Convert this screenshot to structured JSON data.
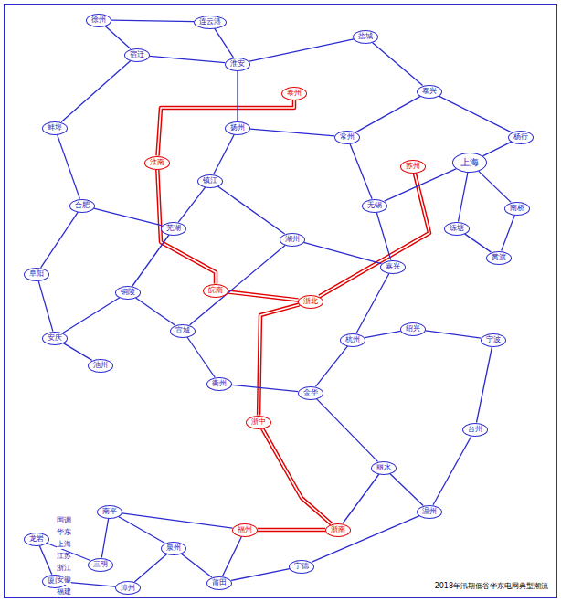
{
  "diagram": {
    "caption": "2018年汛期低谷华东电网典型潮流",
    "nodes": [
      {
        "text": [
          "淮南"
        ]
      },
      {
        "text": [
          "泰州"
        ]
      },
      {
        "text": [
          "苏州"
        ]
      },
      {
        "text": [
          "皖南"
        ]
      },
      {
        "text": [
          "浙北"
        ]
      },
      {
        "text": [
          "浙中"
        ]
      },
      {
        "text": [
          "浙南"
        ]
      },
      {
        "text": [
          "福州"
        ]
      },
      {
        "text": [
          "徐州"
        ]
      },
      {
        "text": [
          "连云港"
        ]
      },
      {
        "text": [
          "宿迁"
        ]
      },
      {
        "text": [
          "淮安"
        ]
      },
      {
        "text": [
          "盐城"
        ]
      },
      {
        "text": [
          "扬州"
        ]
      },
      {
        "text": [
          "镇江"
        ]
      },
      {
        "text": [
          "常州"
        ]
      },
      {
        "text": [
          "无锡"
        ]
      },
      {
        "text": [
          "泰兴"
        ]
      },
      {
        "text": [
          "上海"
        ]
      },
      {
        "text": [
          "练塘"
        ]
      },
      {
        "text": [
          "南桥"
        ]
      },
      {
        "text": [
          "杨行"
        ]
      },
      {
        "text": [
          "黄渡"
        ]
      },
      {
        "text": [
          "合肥"
        ]
      },
      {
        "text": [
          "蚌埠"
        ]
      },
      {
        "text": [
          "阜阳"
        ]
      },
      {
        "text": [
          "安庆"
        ]
      },
      {
        "text": [
          "芜湖"
        ]
      },
      {
        "text": [
          "铜陵"
        ]
      },
      {
        "text": [
          "宣城"
        ]
      },
      {
        "text": [
          "池州"
        ]
      },
      {
        "text": [
          "湖州"
        ]
      },
      {
        "text": [
          "嘉兴"
        ]
      },
      {
        "text": [
          "杭州"
        ]
      },
      {
        "text": [
          "绍兴"
        ]
      },
      {
        "text": [
          "宁波"
        ]
      },
      {
        "text": [
          "金华"
        ]
      },
      {
        "text": [
          "衢州"
        ]
      },
      {
        "text": [
          "台州"
        ]
      },
      {
        "text": [
          "温州"
        ]
      },
      {
        "text": [
          "丽水"
        ]
      },
      {
        "text": [
          "南平"
        ]
      },
      {
        "text": [
          "三明"
        ]
      },
      {
        "text": [
          "宁德"
        ]
      },
      {
        "text": [
          "莆田"
        ]
      },
      {
        "text": [
          "泉州"
        ]
      },
      {
        "text": [
          "厦门"
        ]
      },
      {
        "text": [
          "龙岩"
        ]
      },
      {
        "text": [
          "漳州"
        ]
      }
    ],
    "edges": [
      {
        "from": 0,
        "to": 1,
        "arrow": "none"
      },
      {
        "from": 0,
        "to": 3,
        "arrow": "none"
      },
      {
        "from": 3,
        "to": 4,
        "arrow": "none"
      },
      {
        "from": 4,
        "to": 2,
        "arrow": "none"
      },
      {
        "from": 4,
        "to": 5,
        "arrow": "none"
      },
      {
        "from": 5,
        "to": 6,
        "arrow": "none"
      },
      {
        "from": 6,
        "to": 7,
        "arrow": "none"
      },
      {
        "from": 8,
        "to": 10,
        "arrow": "none"
      },
      {
        "from": 8,
        "to": 9,
        "arrow": "none"
      },
      {
        "from": 9,
        "to": 11,
        "arrow": "none"
      },
      {
        "from": 10,
        "to": 11,
        "arrow": "none"
      },
      {
        "from": 10,
        "to": 24,
        "arrow": "none"
      },
      {
        "from": 11,
        "to": 13,
        "arrow": "none"
      },
      {
        "from": 11,
        "to": 12,
        "arrow": "none"
      },
      {
        "from": 12,
        "to": 17,
        "arrow": "none"
      },
      {
        "from": 13,
        "to": 15,
        "arrow": "none"
      },
      {
        "from": 13,
        "to": 14,
        "arrow": "none"
      },
      {
        "from": 15,
        "to": 16,
        "arrow": "none"
      },
      {
        "from": 15,
        "to": 17,
        "arrow": "none"
      },
      {
        "from": 17,
        "to": 21,
        "arrow": "none"
      },
      {
        "from": 16,
        "to": 18,
        "arrow": "none"
      },
      {
        "from": 18,
        "to": 21,
        "arrow": "none"
      },
      {
        "from": 18,
        "to": 20,
        "arrow": "none"
      },
      {
        "from": 18,
        "to": 19,
        "arrow": "none"
      },
      {
        "from": 19,
        "to": 22,
        "arrow": "none"
      },
      {
        "from": 20,
        "to": 22,
        "arrow": "none"
      },
      {
        "from": 16,
        "to": 32,
        "arrow": "none"
      },
      {
        "from": 14,
        "to": 27,
        "arrow": "none"
      },
      {
        "from": 24,
        "to": 23,
        "arrow": "none"
      },
      {
        "from": 23,
        "to": 25,
        "arrow": "none"
      },
      {
        "from": 23,
        "to": 27,
        "arrow": "none"
      },
      {
        "from": 25,
        "to": 26,
        "arrow": "none"
      },
      {
        "from": 26,
        "to": 28,
        "arrow": "none"
      },
      {
        "from": 26,
        "to": 30,
        "arrow": "none"
      },
      {
        "from": 28,
        "to": 27,
        "arrow": "none"
      },
      {
        "from": 28,
        "to": 29,
        "arrow": "none"
      },
      {
        "from": 29,
        "to": 31,
        "arrow": "none"
      },
      {
        "from": 31,
        "to": 32,
        "arrow": "none"
      },
      {
        "from": 32,
        "to": 33,
        "arrow": "none"
      },
      {
        "from": 33,
        "to": 34,
        "arrow": "none"
      },
      {
        "from": 34,
        "to": 35,
        "arrow": "none"
      },
      {
        "from": 33,
        "to": 36,
        "arrow": "none"
      },
      {
        "from": 36,
        "to": 37,
        "arrow": "none"
      },
      {
        "from": 36,
        "to": 40,
        "arrow": "none"
      },
      {
        "from": 35,
        "to": 38,
        "arrow": "none"
      },
      {
        "from": 38,
        "to": 39,
        "arrow": "none"
      },
      {
        "from": 39,
        "to": 40,
        "arrow": "none"
      },
      {
        "from": 37,
        "to": 29,
        "arrow": "none"
      },
      {
        "from": 40,
        "to": 6,
        "arrow": "none"
      },
      {
        "from": 39,
        "to": 43,
        "arrow": "none"
      },
      {
        "from": 43,
        "to": 44,
        "arrow": "none"
      },
      {
        "from": 44,
        "to": 45,
        "arrow": "none"
      },
      {
        "from": 45,
        "to": 41,
        "arrow": "none"
      },
      {
        "from": 41,
        "to": 42,
        "arrow": "none"
      },
      {
        "from": 42,
        "to": 47,
        "arrow": "none"
      },
      {
        "from": 47,
        "to": 46,
        "arrow": "none"
      },
      {
        "from": 46,
        "to": 48,
        "arrow": "none"
      },
      {
        "from": 48,
        "to": 45,
        "arrow": "none"
      },
      {
        "from": 7,
        "to": 44,
        "arrow": "none"
      },
      {
        "from": 7,
        "to": 41,
        "arrow": "none"
      },
      {
        "from": 14,
        "to": 31,
        "arrow": "none"
      }
    ],
    "labels": [
      "国调",
      "华东",
      "上海",
      "江苏",
      "浙江",
      "安徽",
      "福建"
    ]
  }
}
